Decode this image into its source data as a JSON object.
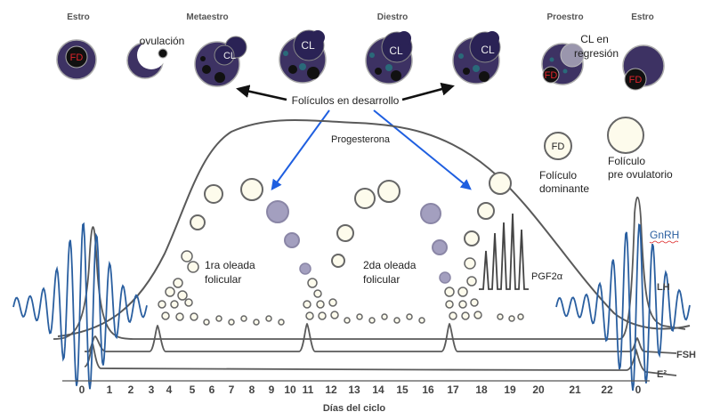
{
  "stages": [
    "Estro",
    "Metaestro",
    "Diestro",
    "Proestro",
    "Estro"
  ],
  "labels": {
    "ovulation": "ovulación",
    "cl_regression": [
      "CL en",
      "regresión"
    ],
    "fd": "FD",
    "cl": "CL",
    "developing_follicles": "Folículos en desarrollo",
    "progesterone": "Progesterona",
    "wave1": [
      "1ra oleada",
      "folicular"
    ],
    "wave2": [
      "2da oleada",
      "folicular"
    ],
    "pgf2a": "PGF2α",
    "gnrh": "GnRH",
    "lh": "LH",
    "fsh": "FSH",
    "e2": "E²",
    "legend_dominant": [
      "Folículo",
      "dominante"
    ],
    "legend_preovulatory": [
      "Folículo",
      "pre ovulatorio"
    ],
    "xlabel": "Días del ciclo"
  },
  "x_ticks": [
    "0",
    "1",
    "2",
    "3",
    "4",
    "5",
    "6",
    "7",
    "8",
    "9",
    "10",
    "11",
    "12",
    "13",
    "14",
    "15",
    "16",
    "17",
    "18",
    "19",
    "20",
    "21",
    "22",
    "0"
  ],
  "colors": {
    "curve": "#5a5a5a",
    "ovary": "#3d3263",
    "follicle_blue": "#2a5fa0",
    "arrow_blue": "#1f5fe0",
    "fd_red": "#e0242b"
  }
}
